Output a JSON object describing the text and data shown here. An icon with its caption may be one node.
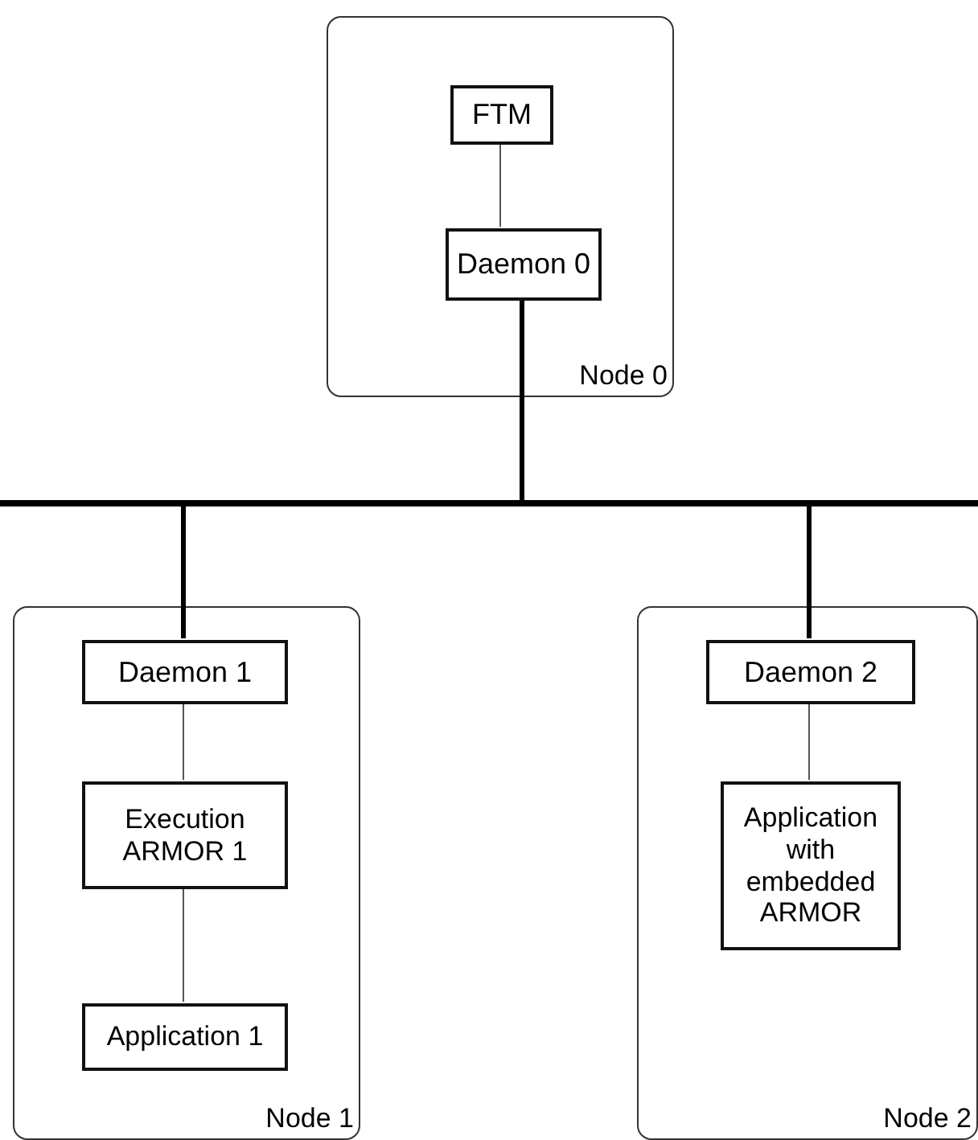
{
  "diagram": {
    "nodes": [
      {
        "text": [
          "Node 0"
        ]
      },
      {
        "text": [
          "FTM"
        ],
        "in": 0
      },
      {
        "text": [
          "Daemon 0"
        ],
        "in": 0
      },
      {
        "text": [],
        "shape": "bar"
      },
      {
        "text": [
          "Node 1"
        ]
      },
      {
        "text": [
          "Daemon 1"
        ],
        "in": 4
      },
      {
        "text": [
          "Execution ARMOR 1"
        ],
        "in": 4
      },
      {
        "text": [
          "Application 1"
        ],
        "in": 4
      },
      {
        "text": [
          "Node 2"
        ]
      },
      {
        "text": [
          "Daemon 2"
        ],
        "in": 8
      },
      {
        "text": [
          "Application with embedded ARMOR"
        ],
        "in": 8
      }
    ],
    "edges": [
      {
        "from": 1,
        "to": 2,
        "arrow": "none"
      },
      {
        "from": 2,
        "to": 3,
        "arrow": "none",
        "style": "thick"
      },
      {
        "from": 3,
        "to": 5,
        "arrow": "none",
        "style": "thick"
      },
      {
        "from": 3,
        "to": 9,
        "arrow": "none",
        "style": "thick"
      },
      {
        "from": 5,
        "to": 6,
        "arrow": "none"
      },
      {
        "from": 6,
        "to": 7,
        "arrow": "none"
      },
      {
        "from": 9,
        "to": 10,
        "arrow": "none"
      }
    ]
  }
}
